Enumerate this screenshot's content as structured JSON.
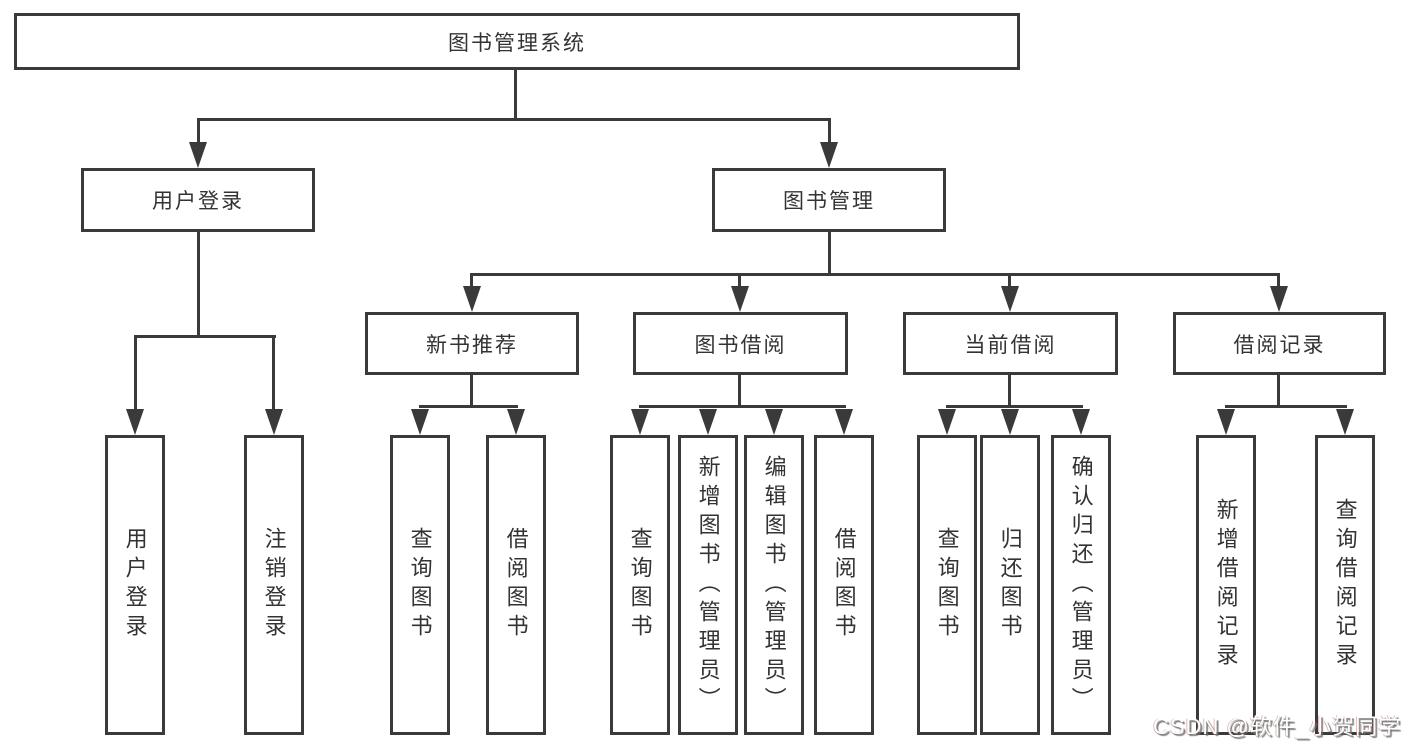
{
  "diagram": {
    "root": {
      "label": "图书管理系统"
    },
    "user": {
      "label": "用户登录",
      "children": [
        {
          "label": "用户登录"
        },
        {
          "label": "注销登录"
        }
      ]
    },
    "books": {
      "label": "图书管理",
      "children": [
        {
          "label": "新书推荐",
          "children": [
            {
              "label": "查询图书"
            },
            {
              "label": "借阅图书"
            }
          ]
        },
        {
          "label": "图书借阅",
          "children": [
            {
              "label": "查询图书"
            },
            {
              "label": "新增图书（管理员）"
            },
            {
              "label": "编辑图书（管理员）"
            },
            {
              "label": "借阅图书"
            }
          ]
        },
        {
          "label": "当前借阅",
          "children": [
            {
              "label": "查询图书"
            },
            {
              "label": "归还图书"
            },
            {
              "label": "确认归还（管理员）"
            }
          ]
        },
        {
          "label": "借阅记录",
          "children": [
            {
              "label": "新增借阅记录"
            },
            {
              "label": "查询借阅记录"
            }
          ]
        }
      ]
    }
  },
  "watermark": {
    "text": "CSDN @软件_小贺同学"
  },
  "colors": {
    "line": "#3a3a3a",
    "box_border": "#3a3a3a",
    "text": "#333333",
    "background": "#ffffff"
  }
}
